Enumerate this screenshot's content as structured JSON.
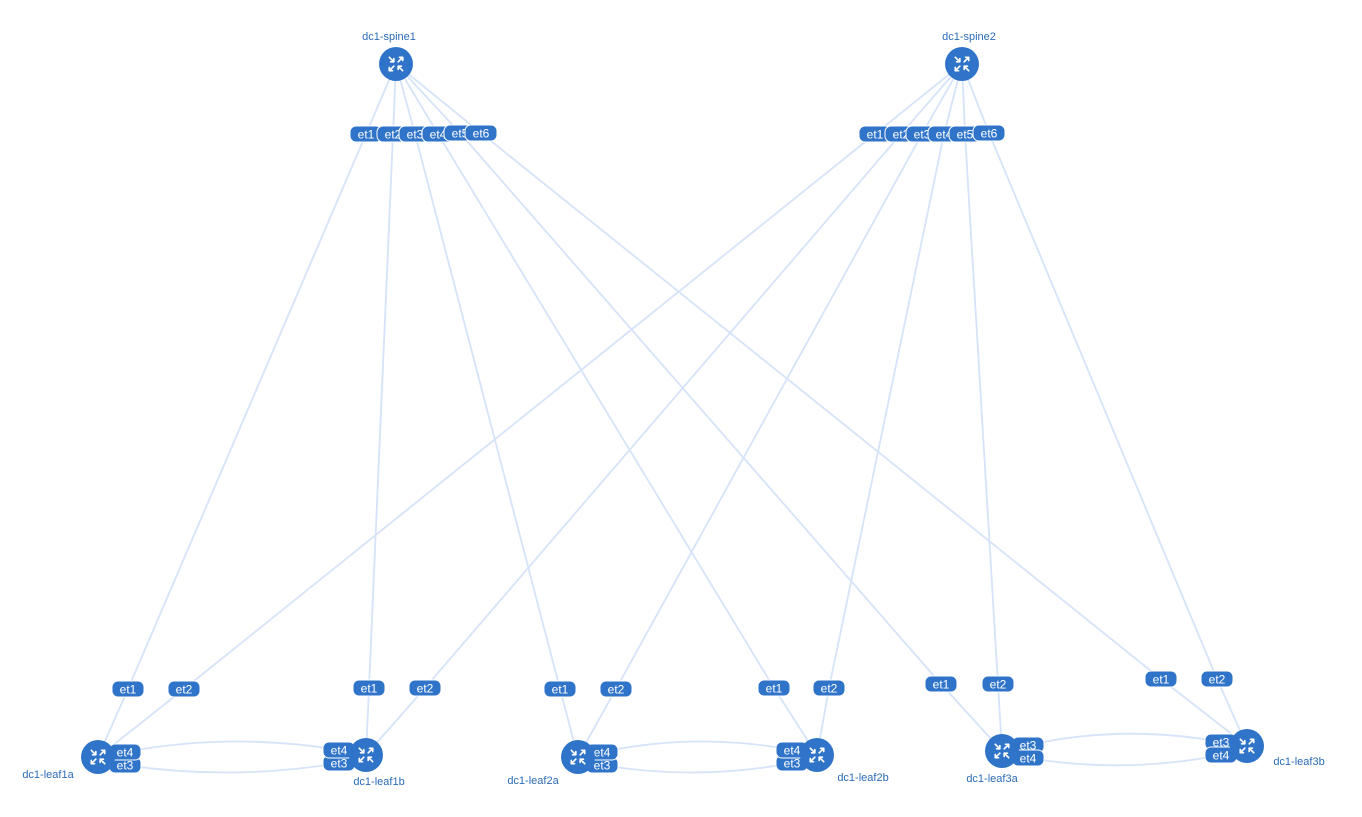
{
  "topology": {
    "nodes": [
      {
        "id": "dc1-spine1",
        "label": "dc1-spine1",
        "icon": "switch-icon"
      },
      {
        "id": "dc1-spine2",
        "label": "dc1-spine2",
        "icon": "switch-icon"
      },
      {
        "id": "dc1-leaf1a",
        "label": "dc1-leaf1a",
        "icon": "switch-icon"
      },
      {
        "id": "dc1-leaf1b",
        "label": "dc1-leaf1b",
        "icon": "switch-icon"
      },
      {
        "id": "dc1-leaf2a",
        "label": "dc1-leaf2a",
        "icon": "switch-icon"
      },
      {
        "id": "dc1-leaf2b",
        "label": "dc1-leaf2b",
        "icon": "switch-icon"
      },
      {
        "id": "dc1-leaf3a",
        "label": "dc1-leaf3a",
        "icon": "switch-icon"
      },
      {
        "id": "dc1-leaf3b",
        "label": "dc1-leaf3b",
        "icon": "switch-icon"
      }
    ],
    "links": [
      {
        "a": "dc1-spine1",
        "a_port": "et1",
        "b": "dc1-leaf1a",
        "b_port": "et1"
      },
      {
        "a": "dc1-spine1",
        "a_port": "et2",
        "b": "dc1-leaf1b",
        "b_port": "et1"
      },
      {
        "a": "dc1-spine1",
        "a_port": "et3",
        "b": "dc1-leaf2a",
        "b_port": "et1"
      },
      {
        "a": "dc1-spine1",
        "a_port": "et4",
        "b": "dc1-leaf2b",
        "b_port": "et1"
      },
      {
        "a": "dc1-spine1",
        "a_port": "et5",
        "b": "dc1-leaf3a",
        "b_port": "et1"
      },
      {
        "a": "dc1-spine1",
        "a_port": "et6",
        "b": "dc1-leaf3b",
        "b_port": "et1"
      },
      {
        "a": "dc1-spine2",
        "a_port": "et1",
        "b": "dc1-leaf1a",
        "b_port": "et2"
      },
      {
        "a": "dc1-spine2",
        "a_port": "et2",
        "b": "dc1-leaf1b",
        "b_port": "et2"
      },
      {
        "a": "dc1-spine2",
        "a_port": "et3",
        "b": "dc1-leaf2a",
        "b_port": "et2"
      },
      {
        "a": "dc1-spine2",
        "a_port": "et4",
        "b": "dc1-leaf2b",
        "b_port": "et2"
      },
      {
        "a": "dc1-spine2",
        "a_port": "et5",
        "b": "dc1-leaf3a",
        "b_port": "et2"
      },
      {
        "a": "dc1-spine2",
        "a_port": "et6",
        "b": "dc1-leaf3b",
        "b_port": "et2"
      },
      {
        "a": "dc1-leaf1a",
        "a_port": "et3",
        "b": "dc1-leaf1b",
        "b_port": "et3"
      },
      {
        "a": "dc1-leaf1a",
        "a_port": "et4",
        "b": "dc1-leaf1b",
        "b_port": "et4"
      },
      {
        "a": "dc1-leaf2a",
        "a_port": "et3",
        "b": "dc1-leaf2b",
        "b_port": "et3"
      },
      {
        "a": "dc1-leaf2a",
        "a_port": "et4",
        "b": "dc1-leaf2b",
        "b_port": "et4"
      },
      {
        "a": "dc1-leaf3a",
        "a_port": "et3",
        "b": "dc1-leaf3b",
        "b_port": "et3"
      },
      {
        "a": "dc1-leaf3a",
        "a_port": "et4",
        "b": "dc1-leaf3b",
        "b_port": "et4"
      }
    ],
    "colors": {
      "node": "#2f74c9",
      "port": "#2f74c9",
      "link": "#d6e3f8",
      "label": "#2b6cb8"
    }
  }
}
